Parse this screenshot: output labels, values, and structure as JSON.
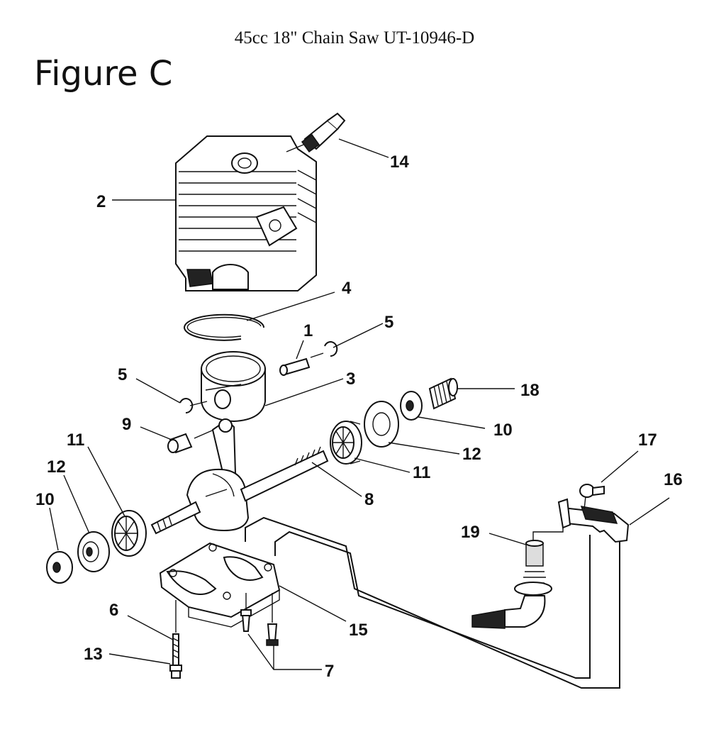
{
  "document_title": "45cc 18\" Chain Saw UT-10946-D",
  "figure_title": "Figure C",
  "callouts": [
    {
      "id": "c1",
      "text": "1"
    },
    {
      "id": "c2",
      "text": "2"
    },
    {
      "id": "c3",
      "text": "3"
    },
    {
      "id": "c4",
      "text": "4"
    },
    {
      "id": "c5a",
      "text": "5"
    },
    {
      "id": "c5b",
      "text": "5"
    },
    {
      "id": "c6",
      "text": "6"
    },
    {
      "id": "c7",
      "text": "7"
    },
    {
      "id": "c8",
      "text": "8"
    },
    {
      "id": "c9",
      "text": "9"
    },
    {
      "id": "c10a",
      "text": "10"
    },
    {
      "id": "c10b",
      "text": "10"
    },
    {
      "id": "c11a",
      "text": "11"
    },
    {
      "id": "c11b",
      "text": "11"
    },
    {
      "id": "c12a",
      "text": "12"
    },
    {
      "id": "c12b",
      "text": "12"
    },
    {
      "id": "c13",
      "text": "13"
    },
    {
      "id": "c14",
      "text": "14"
    },
    {
      "id": "c15",
      "text": "15"
    },
    {
      "id": "c16",
      "text": "16"
    },
    {
      "id": "c17",
      "text": "17"
    },
    {
      "id": "c18",
      "text": "18"
    },
    {
      "id": "c19",
      "text": "19"
    }
  ]
}
